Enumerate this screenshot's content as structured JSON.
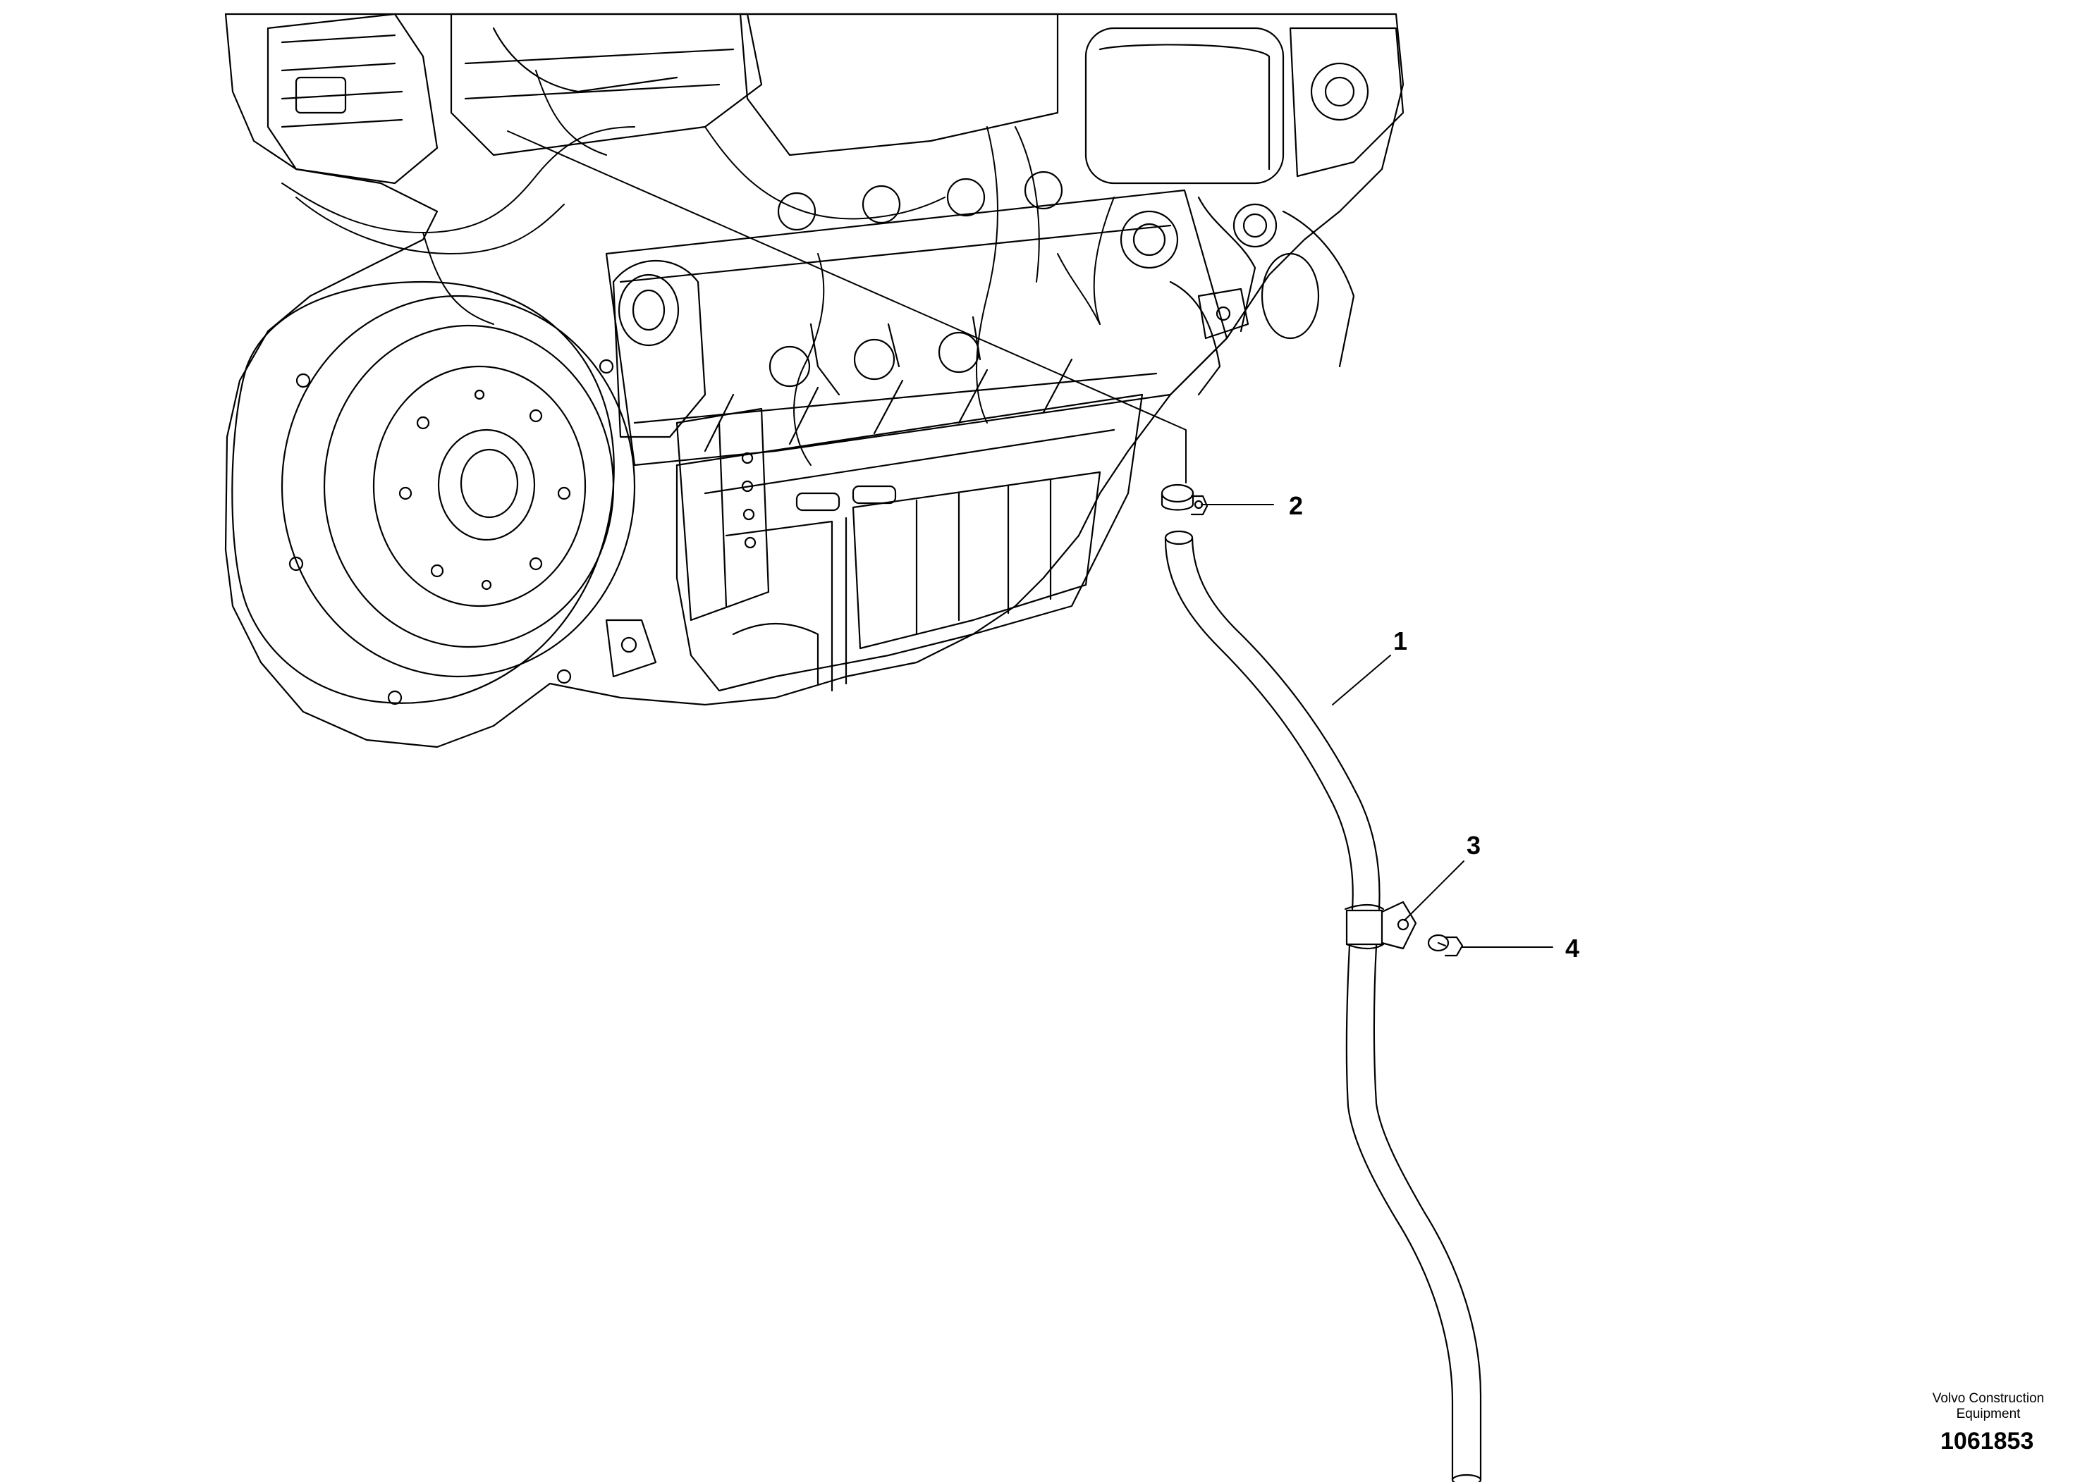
{
  "callouts": [
    {
      "id": "1",
      "label": "1"
    },
    {
      "id": "2",
      "label": "2"
    },
    {
      "id": "3",
      "label": "3"
    },
    {
      "id": "4",
      "label": "4"
    }
  ],
  "footer": {
    "brand_line1": "Volvo Construction",
    "brand_line2": "Equipment",
    "drawing_number": "1061853"
  },
  "colors": {
    "ink": "#000000",
    "paper": "#ffffff"
  }
}
